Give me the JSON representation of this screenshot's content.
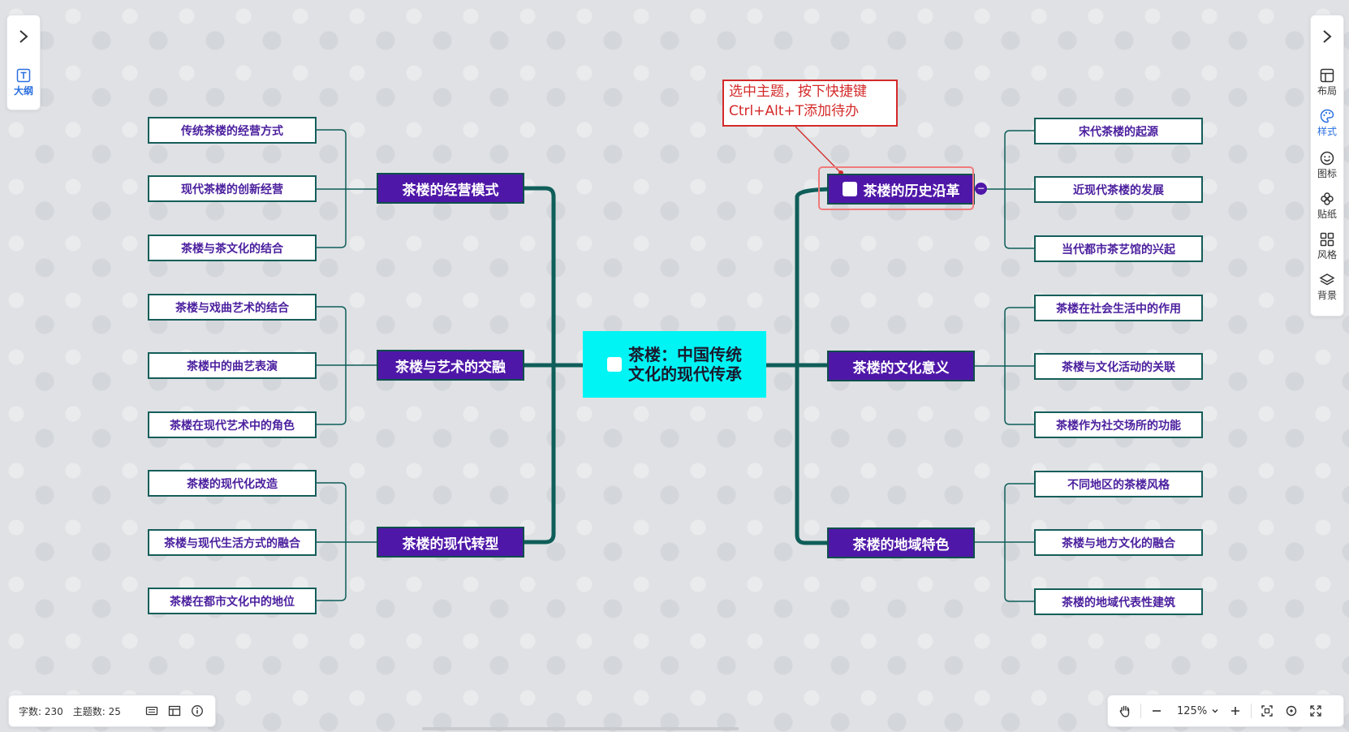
{
  "left_panel": {
    "outline_label": "大纲"
  },
  "right_panel": {
    "tools": [
      {
        "label": "布局",
        "icon": "layout-icon"
      },
      {
        "label": "样式",
        "icon": "style-palette-icon"
      },
      {
        "label": "图标",
        "icon": "emoji-icon"
      },
      {
        "label": "贴纸",
        "icon": "sticker-icon"
      },
      {
        "label": "风格",
        "icon": "theme-grid-icon"
      },
      {
        "label": "背景",
        "icon": "layers-icon"
      }
    ],
    "active_tool": "样式"
  },
  "mindmap": {
    "center": {
      "line1": "茶楼：中国传统",
      "line2": "文化的现代传承"
    },
    "branches": [
      {
        "label": "茶楼的经营模式",
        "children": [
          "传统茶楼的经营方式",
          "现代茶楼的创新经营",
          "茶楼与茶文化的结合"
        ]
      },
      {
        "label": "茶楼与艺术的交融",
        "children": [
          "茶楼与戏曲艺术的结合",
          "茶楼中的曲艺表演",
          "茶楼在现代艺术中的角色"
        ]
      },
      {
        "label": "茶楼的现代转型",
        "children": [
          "茶楼的现代化改造",
          "茶楼与现代生活方式的融合",
          "茶楼在都市文化中的地位"
        ]
      },
      {
        "label": "茶楼的历史沿革",
        "children": [
          "宋代茶楼的起源",
          "近现代茶楼的发展",
          "当代都市茶艺馆的兴起"
        ]
      },
      {
        "label": "茶楼的文化意义",
        "children": [
          "茶楼在社会生活中的作用",
          "茶楼与文化活动的关联",
          "茶楼作为社交场所的功能"
        ]
      },
      {
        "label": "茶楼的地域特色",
        "children": [
          "不同地区的茶楼风格",
          "茶楼与地方文化的融合",
          "茶楼的地域代表性建筑"
        ]
      }
    ]
  },
  "tooltip": {
    "line1": "选中主题，按下快捷键",
    "line2": "Ctrl+Alt+T添加待办"
  },
  "status": {
    "word_count": "字数: 230",
    "topic_count": "主题数: 25"
  },
  "zoom": {
    "level": "125%"
  },
  "colors": {
    "branch_fill": "#4f17a8",
    "line": "#0f5e5a",
    "center_fill": "#00f4f4",
    "tooltip": "#d42a2a",
    "accent": "#2a6fe0"
  }
}
